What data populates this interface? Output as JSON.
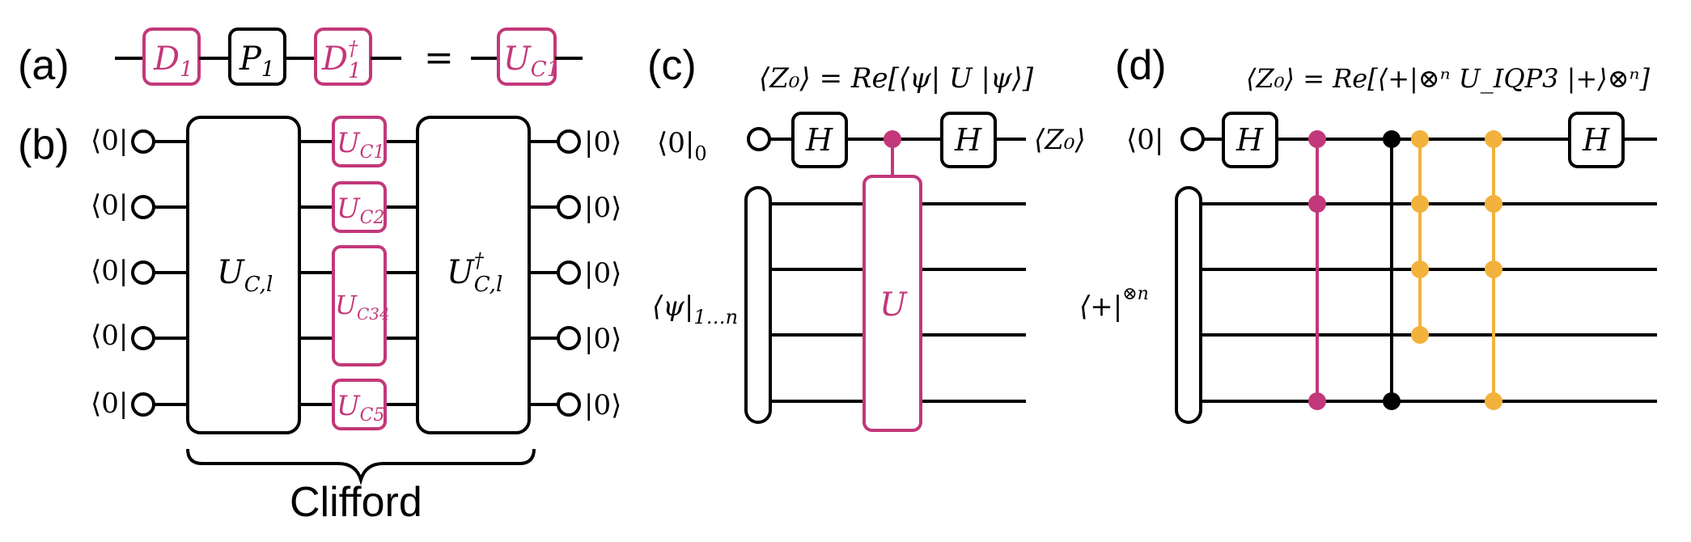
{
  "panels": {
    "a": {
      "label": "(a)",
      "gate1": {
        "base": "D",
        "sub": "1"
      },
      "gate2": {
        "base": "P",
        "sub": "1"
      },
      "gate3": {
        "base": "D",
        "sup": "†",
        "sub": "1"
      },
      "equals": "=",
      "result": {
        "base": "U",
        "sub": "C1"
      }
    },
    "b": {
      "label": "(b)",
      "input_bra": "⟨0|",
      "output_ket": "|0⟩",
      "clifford_left": {
        "base": "U",
        "sub": "C,l"
      },
      "clifford_right": {
        "base": "U",
        "sup": "†",
        "sub": "C,l"
      },
      "local_gates": [
        {
          "base": "U",
          "sub": "C1"
        },
        {
          "base": "U",
          "sub": "C2"
        },
        {
          "base": "U",
          "sub": "C34"
        },
        {
          "base": "U",
          "sub": "C5"
        }
      ],
      "brace_label": "Clifford"
    },
    "c": {
      "label": "(c)",
      "equation": "⟨Z₀⟩ = Re[⟨ψ| U |ψ⟩]",
      "input_top": {
        "base": "⟨0|",
        "sub": "0"
      },
      "input_bottom": {
        "base": "⟨ψ|",
        "sub": "1…n"
      },
      "gate_h": "H",
      "controlled_gate": "U",
      "output": "⟨Z₀⟩"
    },
    "d": {
      "label": "(d)",
      "equation": "⟨Z₀⟩ = Re[⟨+|⊗ⁿ U_IQP3 |+⟩⊗ⁿ]",
      "input_top": "⟨0|",
      "input_bottom": {
        "base": "⟨+|",
        "sup": "⊗n"
      },
      "gate_h": "H"
    }
  },
  "colors": {
    "accent": "#c2387a",
    "orange": "#f2b23c",
    "ink": "#000000"
  }
}
